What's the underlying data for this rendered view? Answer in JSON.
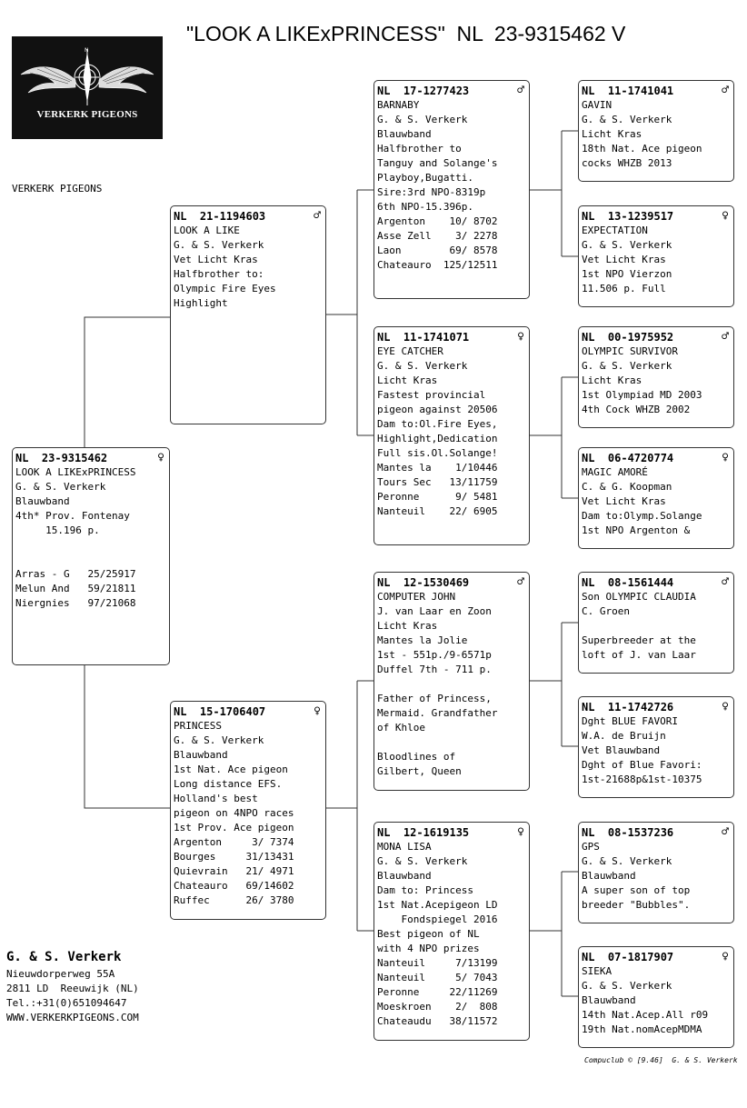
{
  "title": "\"LOOK A LIKExPRINCESS\"  NL  23-9315462 V",
  "logo_text": "VERKERK PIGEONS",
  "site_name": "VERKERK PIGEONS",
  "pigeons": [
    {
      "ring": "NL  23-9315462",
      "sex": "♀",
      "lines": [
        "LOOK A LIKExPRINCESS",
        "G. & S. Verkerk",
        "Blauwband",
        "4th* Prov. Fontenay",
        "     15.196 p.",
        "",
        "",
        "Arras - G   25/25917",
        "Melun And   59/21811",
        "Niergnies   97/21068"
      ]
    },
    {
      "ring": "NL  21-1194603",
      "sex": "♂",
      "lines": [
        "LOOK A LIKE",
        "G. & S. Verkerk",
        "Vet Licht Kras",
        "Halfbrother to:",
        "Olympic Fire Eyes",
        "Highlight"
      ]
    },
    {
      "ring": "NL  15-1706407",
      "sex": "♀",
      "lines": [
        "PRINCESS",
        "G. & S. Verkerk",
        "Blauwband",
        "1st Nat. Ace pigeon",
        "Long distance EFS.",
        "Holland's best",
        "pigeon on 4NPO races",
        "1st Prov. Ace pigeon",
        "Argenton     3/ 7374",
        "Bourges     31/13431",
        "Quievrain   21/ 4971",
        "Chateauro   69/14602",
        "Ruffec      26/ 3780"
      ]
    },
    {
      "ring": "NL  17-1277423",
      "sex": "♂",
      "lines": [
        "BARNABY",
        "G. & S. Verkerk",
        "Blauwband",
        "Halfbrother to",
        "Tanguy and Solange's",
        "Playboy,Bugatti.",
        "Sire:3rd NPO-8319p",
        "6th NPO-15.396p.",
        "Argenton    10/ 8702",
        "Asse Zell    3/ 2278",
        "Laon        69/ 8578",
        "Chateauro  125/12511"
      ]
    },
    {
      "ring": "NL  11-1741071",
      "sex": "♀",
      "lines": [
        "EYE CATCHER",
        "G. & S. Verkerk",
        "Licht Kras",
        "Fastest provincial",
        "pigeon against 20506",
        "Dam to:Ol.Fire Eyes,",
        "Highlight,Dedication",
        "Full sis.Ol.Solange!",
        "Mantes la    1/10446",
        "Tours Sec   13/11759",
        "Peronne      9/ 5481",
        "Nanteuil    22/ 6905"
      ]
    },
    {
      "ring": "NL  12-1530469",
      "sex": "♂",
      "lines": [
        "COMPUTER JOHN",
        "J. van Laar en Zoon",
        "Licht Kras",
        "Mantes la Jolie",
        "1st - 551p./9-6571p",
        "Duffel 7th - 711 p.",
        "",
        "Father of Princess,",
        "Mermaid. Grandfather",
        "of Khloe",
        "",
        "Bloodlines of",
        "Gilbert, Queen"
      ]
    },
    {
      "ring": "NL  12-1619135",
      "sex": "♀",
      "lines": [
        "MONA LISA",
        "G. & S. Verkerk",
        "Blauwband",
        "Dam to: Princess",
        "1st Nat.Acepigeon LD",
        "    Fondspiegel 2016",
        "Best pigeon of NL",
        "with 4 NPO prizes",
        "Nanteuil     7/13199",
        "Nanteuil     5/ 7043",
        "Peronne     22/11269",
        "Moeskroen    2/  808",
        "Chateaudu   38/11572"
      ]
    },
    {
      "ring": "NL  11-1741041",
      "sex": "♂",
      "lines": [
        "GAVIN",
        "G. & S. Verkerk",
        "Licht Kras",
        "18th Nat. Ace pigeon",
        "cocks WHZB 2013"
      ]
    },
    {
      "ring": "NL  13-1239517",
      "sex": "♀",
      "lines": [
        "EXPECTATION",
        "G. & S. Verkerk",
        "Vet Licht Kras",
        "1st NPO Vierzon",
        "11.506 p. Full"
      ]
    },
    {
      "ring": "NL  00-1975952",
      "sex": "♂",
      "lines": [
        "OLYMPIC SURVIVOR",
        "G. & S. Verkerk",
        "Licht Kras",
        "1st Olympiad MD 2003",
        "4th Cock WHZB 2002"
      ]
    },
    {
      "ring": "NL  06-4720774",
      "sex": "♀",
      "lines": [
        "MAGIC AMORÉ",
        "C. & G. Koopman",
        "Vet Licht Kras",
        "Dam to:Olymp.Solange",
        "1st NPO Argenton &"
      ]
    },
    {
      "ring": "NL  08-1561444",
      "sex": "♂",
      "lines": [
        "Son OLYMPIC CLAUDIA",
        "C. Groen",
        "",
        "Superbreeder at the",
        "loft of J. van Laar"
      ]
    },
    {
      "ring": "NL  11-1742726",
      "sex": "♀",
      "lines": [
        "Dght BLUE FAVORI",
        "W.A. de Bruijn",
        "Vet Blauwband",
        "Dght of Blue Favori:",
        "1st-21688p&1st-10375"
      ]
    },
    {
      "ring": "NL  08-1537236",
      "sex": "♂",
      "lines": [
        "GPS",
        "G. & S. Verkerk",
        "Blauwband",
        "A super son of top",
        "breeder \"Bubbles\"."
      ]
    },
    {
      "ring": "NL  07-1817907",
      "sex": "♀",
      "lines": [
        "SIEKA",
        "G. & S. Verkerk",
        "Blauwband",
        "14th Nat.Acep.All r09",
        "19th Nat.nomAcepMDMA"
      ]
    }
  ],
  "owner": {
    "name": "G. & S. Verkerk",
    "address": [
      "Nieuwdorperweg 55A",
      "2811 LD  Reeuwijk (NL)",
      "Tel.:+31(0)651094647",
      "WWW.VERKERKPIGEONS.COM"
    ]
  },
  "credit": "Compuclub © [9.46]  G. & S. Verkerk"
}
